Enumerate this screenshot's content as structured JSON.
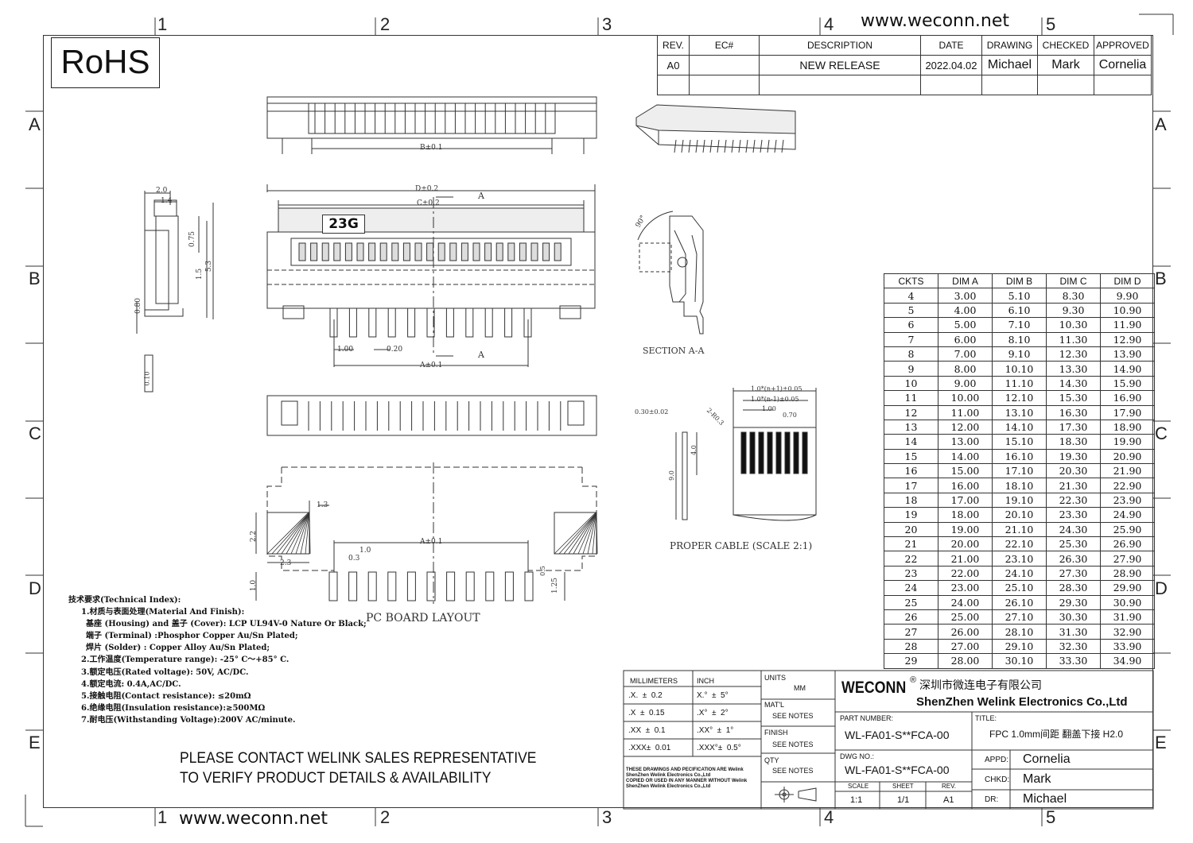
{
  "branding": {
    "rohs": "RoHS",
    "website_top": "www.weconn.net",
    "website_bottom": "www.weconn.net"
  },
  "zones": {
    "columns": [
      "1",
      "2",
      "3",
      "4",
      "5"
    ],
    "rows": [
      "A",
      "B",
      "C",
      "D",
      "E"
    ]
  },
  "revision_table": {
    "headers": [
      "REV.",
      "EC#",
      "DESCRIPTION",
      "DATE",
      "DRAWING",
      "CHECKED",
      "APPROVED"
    ],
    "row": [
      "A0",
      "",
      "NEW RELEASE",
      "2022.04.02",
      "Michael",
      "Mark",
      "Cornelia"
    ]
  },
  "views": {
    "top_dim": "B±0.1",
    "front_dims": {
      "d": "D±0.2",
      "c": "C±0.2",
      "a": "A±0.1",
      "pitch": "1.00",
      "pin_width": "0.20",
      "section_mark": "A"
    },
    "front_label": "23G",
    "side_dims": [
      "2.0",
      "1.4",
      "0.75",
      "1.5",
      "5.3",
      "0.80"
    ],
    "flatness": "0.10",
    "section_label": "SECTION A-A",
    "section_angle": "90°",
    "cable_dims": [
      "1.0*(n+1)±0.05",
      "1.0*(n-1)±0.05",
      "1.00",
      "0.70",
      "0.30±0.02",
      "2-R0.3",
      "4.0",
      "9.0"
    ],
    "cable_label": "PROPER CABLE (SCALE 2:1)",
    "pcb_dims": [
      "1.3",
      "2.2",
      "2.3",
      "1.0",
      "0.3",
      "A±0.1",
      "1.0",
      "0.5",
      "1.25"
    ],
    "pcb_label": "PC BOARD LAYOUT"
  },
  "dimension_table": {
    "headers": [
      "CKTS",
      "DIM A",
      "DIM B",
      "DIM C",
      "DIM D"
    ],
    "rows": [
      [
        "4",
        "3.00",
        "5.10",
        "8.30",
        "9.90"
      ],
      [
        "5",
        "4.00",
        "6.10",
        "9.30",
        "10.90"
      ],
      [
        "6",
        "5.00",
        "7.10",
        "10.30",
        "11.90"
      ],
      [
        "7",
        "6.00",
        "8.10",
        "11.30",
        "12.90"
      ],
      [
        "8",
        "7.00",
        "9.10",
        "12.30",
        "13.90"
      ],
      [
        "9",
        "8.00",
        "10.10",
        "13.30",
        "14.90"
      ],
      [
        "10",
        "9.00",
        "11.10",
        "14.30",
        "15.90"
      ],
      [
        "11",
        "10.00",
        "12.10",
        "15.30",
        "16.90"
      ],
      [
        "12",
        "11.00",
        "13.10",
        "16.30",
        "17.90"
      ],
      [
        "13",
        "12.00",
        "14.10",
        "17.30",
        "18.90"
      ],
      [
        "14",
        "13.00",
        "15.10",
        "18.30",
        "19.90"
      ],
      [
        "15",
        "14.00",
        "16.10",
        "19.30",
        "20.90"
      ],
      [
        "16",
        "15.00",
        "17.10",
        "20.30",
        "21.90"
      ],
      [
        "17",
        "16.00",
        "18.10",
        "21.30",
        "22.90"
      ],
      [
        "18",
        "17.00",
        "19.10",
        "22.30",
        "23.90"
      ],
      [
        "19",
        "18.00",
        "20.10",
        "23.30",
        "24.90"
      ],
      [
        "20",
        "19.00",
        "21.10",
        "24.30",
        "25.90"
      ],
      [
        "21",
        "20.00",
        "22.10",
        "25.30",
        "26.90"
      ],
      [
        "22",
        "21.00",
        "23.10",
        "26.30",
        "27.90"
      ],
      [
        "23",
        "22.00",
        "24.10",
        "27.30",
        "28.90"
      ],
      [
        "24",
        "23.00",
        "25.10",
        "28.30",
        "29.90"
      ],
      [
        "25",
        "24.00",
        "26.10",
        "29.30",
        "30.90"
      ],
      [
        "26",
        "25.00",
        "27.10",
        "30.30",
        "31.90"
      ],
      [
        "27",
        "26.00",
        "28.10",
        "31.30",
        "32.90"
      ],
      [
        "28",
        "27.00",
        "29.10",
        "32.30",
        "33.90"
      ],
      [
        "29",
        "28.00",
        "30.10",
        "33.30",
        "34.90"
      ]
    ]
  },
  "notes": {
    "title": "技术要求(Technical Index):",
    "lines": [
      "1.材质与表面处理(Material And Finish):",
      "  基座 (Housing) and 盖子 (Cover): LCP UL94V-0 Nature Or Black;",
      "  端子 (Terminal) :Phosphor Copper Au/Sn Plated;",
      "  焊片 (Solder) : Copper Alloy Au/Sn Plated;",
      "2.工作温度(Temperature range): -25° C～+85° C.",
      "3.额定电压(Rated voltage): 50V, AC/DC.",
      "4.额定电流: 0.4A,AC/DC.",
      "5.接触电阻(Contact resistance): ≤20mΩ",
      "6.绝缘电阻(Insulation resistance):≥500MΩ",
      "7.耐电压(Withstanding Voltage):200V AC/minute."
    ]
  },
  "contact_notice": [
    "PLEASE CONTACT WELINK SALES REPRESENTATIVE",
    "TO VERIFY PRODUCT DETAILS & AVAILABILITY"
  ],
  "title_block": {
    "tolerance_headers": [
      "MILLIMETERS",
      "INCH"
    ],
    "tolerances": [
      [
        ".X.  ±  0.2",
        "X.°  ±  5°"
      ],
      [
        ".X  ±  0.15",
        ".X°  ±  2°"
      ],
      [
        ".XX  ±  0.1",
        ".XX°  ±  1°"
      ],
      [
        ".XXX±  0.01",
        ".XXX°±  0.5°"
      ]
    ],
    "disclaimer": [
      "THESE DRAWINGS AND PECIFICATION  ARE Welink",
      "ShenZhen Welink Electronics Co.,Ltd",
      "COPIED OR USED IN ANY MANNER WITHOUT Welink",
      "ShenZhen Welink Electronics Co.,Ltd"
    ],
    "units_label": "UNITS",
    "units_value": "MM",
    "material_label": "MAT'L",
    "material_value": "SEE NOTES",
    "finish_label": "FINISH",
    "finish_value": "SEE NOTES",
    "qty_label": "QTY",
    "qty_value": "SEE NOTES",
    "company_logo": "WECONN",
    "registered": "®",
    "company_cn": "深圳市微连电子有限公司",
    "company_en": "ShenZhen Welink Electronics Co.,Ltd",
    "part_number_label": "PART NUMBER:",
    "part_number": "WL-FA01-S**FCA-00",
    "title_label": "TITLE:",
    "title": "FPC 1.0mm间距 翻盖下接 H2.0",
    "dwg_label": "DWG NO.:",
    "dwg_no": "WL-FA01-S**FCA-00",
    "scale_label": "SCALE",
    "scale": "1:1",
    "sheet_label": "SHEET",
    "sheet": "1/1",
    "rev_label": "REV.",
    "rev": "A1",
    "appd_label": "APPD:",
    "appd": "Cornelia",
    "chkd_label": "CHKD:",
    "chkd": "Mark",
    "dr_label": "DR:",
    "dr": "Michael"
  }
}
